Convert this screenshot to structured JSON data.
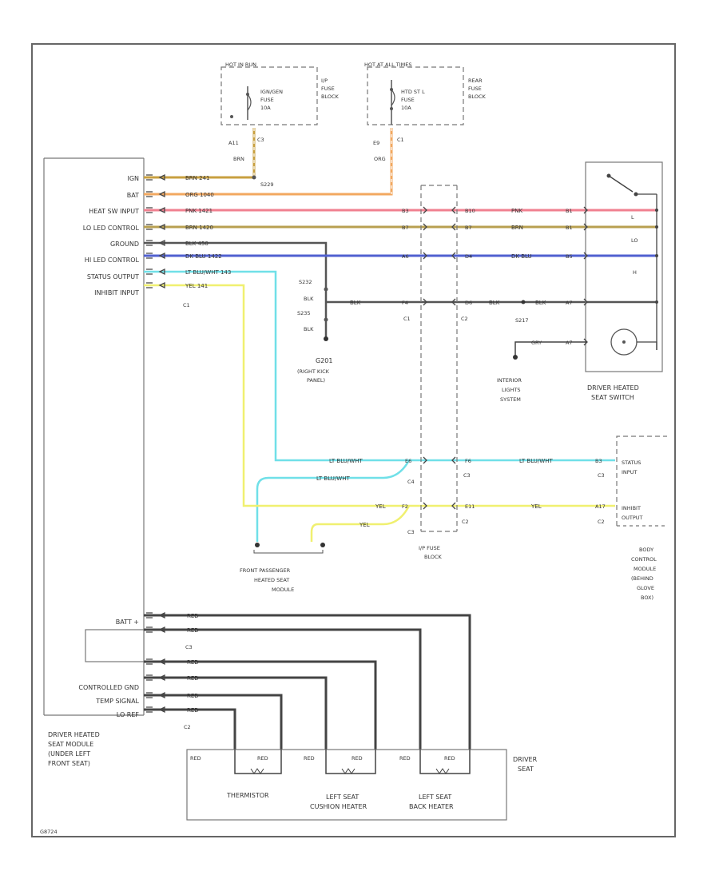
{
  "fuses": {
    "left": {
      "header": "HOT IN RUN",
      "name": "IGN/GEN",
      "fuse": "FUSE",
      "rating": "10A",
      "block": [
        "I/P",
        "FUSE",
        "BLOCK"
      ],
      "pin": "A11",
      "connector": "C3",
      "wire": "BRN"
    },
    "right": {
      "header": "HOT AT ALL TIMES",
      "name": "HTD ST L",
      "fuse": "FUSE",
      "rating": "10A",
      "block": [
        "REAR",
        "FUSE",
        "BLOCK"
      ],
      "pin": "E9",
      "connector": "C1",
      "wire": "ORG"
    }
  },
  "module": {
    "name": [
      "DRIVER HEATED",
      "SEAT MODULE",
      "(UNDER LEFT",
      "FRONT SEAT)"
    ],
    "c1_pins": [
      "IGN",
      "BAT",
      "HEAT SW INPUT",
      "LO LED CONTROL",
      "GROUND",
      "HI LED CONTROL",
      "STATUS OUTPUT",
      "INHIBIT INPUT"
    ],
    "c1_label": "C1",
    "c2_pins": [
      "BATT +",
      "CONTROLLED GND",
      "TEMP SIGNAL",
      "LO REF"
    ],
    "c2_label": "C2",
    "c3_label": "C3"
  },
  "wires": {
    "ign": "BRN 241",
    "bat": "ORG 1040",
    "heat": "PNK 1421",
    "lo": "BRN 1420",
    "gnd": "BLK 450",
    "hi": "DK BLU 1422",
    "status": "LT BLU/WHT 143",
    "inhibit": "YEL 141",
    "heat_r": "PNK",
    "lo_r": "BRN",
    "hi_r": "DK BLU",
    "gnd_r": "BLK",
    "gray": "GRY",
    "status_r": "LT BLU/WHT",
    "inhibit_r": "YEL"
  },
  "splices": {
    "s229": "S229",
    "s232": "S232",
    "s235": "S235",
    "s217": "S217"
  },
  "ground": {
    "name": "G201",
    "loc": [
      "(RIGHT KICK",
      "PANEL)"
    ]
  },
  "ipblock": {
    "label": [
      "I/P FUSE",
      "BLOCK"
    ],
    "c1": "C1",
    "c2": "C2",
    "c3": "C3",
    "c4": "C4",
    "left_pins": [
      "B3",
      "B7",
      "A6",
      "F4",
      "E6",
      "F2"
    ],
    "right_pins": [
      "B10",
      "B7",
      "D4",
      "D6",
      "F6",
      "E11"
    ]
  },
  "switch_pins": [
    "B1",
    "B1",
    "B5",
    "A7",
    "A7"
  ],
  "switch": {
    "name": [
      "DRIVER HEATED",
      "SEAT SWITCH"
    ],
    "lo": "L",
    "hi": "H",
    "ind": "LO"
  },
  "interior": [
    "INTERIOR",
    "LIGHTS",
    "SYSTEM"
  ],
  "bcm": {
    "status": [
      "STATUS",
      "INPUT"
    ],
    "inhibit": [
      "INHIBIT",
      "OUTPUT"
    ],
    "pin_status": "B3",
    "pin_inhibit": "A17",
    "conn_status": "C3",
    "conn_inhibit": "C2",
    "name": [
      "BODY",
      "CONTROL",
      "MODULE",
      "(BEHIND",
      "GLOVE",
      "BOX)"
    ]
  },
  "passenger": [
    "FRONT PASSENGER",
    "HEATED SEAT",
    "MODULE"
  ],
  "seat": {
    "name": [
      "DRIVER",
      "SEAT"
    ],
    "wire": "RED",
    "thermistor": "THERMISTOR",
    "cushion": [
      "LEFT SEAT",
      "CUSHION HEATER"
    ],
    "back": [
      "LEFT SEAT",
      "BACK HEATER"
    ]
  },
  "c2_circuits": [
    "RED",
    "RED",
    "RED",
    "RED",
    "RED",
    "RED"
  ],
  "footnote": "G8724",
  "colors": {
    "ign": "#c8a040",
    "bat": "#f2a860",
    "heat": "#f08090",
    "lo": "#b8a050",
    "gnd": "#555555",
    "hi": "#5060d0",
    "status": "#70e0e8",
    "inhibit": "#f0f070",
    "dark": "#444444"
  }
}
